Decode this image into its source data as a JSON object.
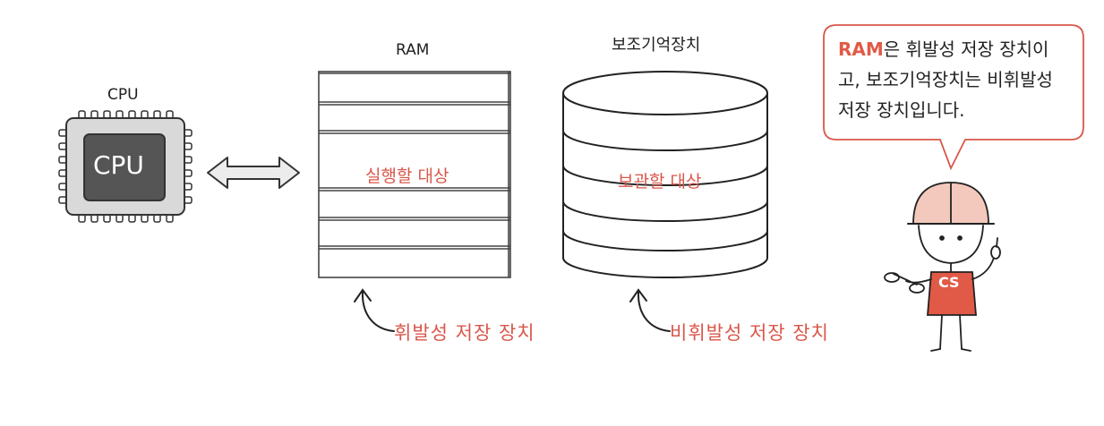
{
  "cpu": {
    "title": "CPU",
    "chip_label": "CPU"
  },
  "ram": {
    "title": "RAM",
    "inner_label": "실행할 대상",
    "bottom_label": "휘발성 저장 장치"
  },
  "storage": {
    "title": "보조기억장치",
    "inner_label": "보관할 대상",
    "bottom_label": "비휘발성 저장 장치"
  },
  "callout": {
    "highlight": "RAM",
    "line1_rest": "은 휘발성 저장 장치이",
    "line2": "고, 보조기억장치는 비휘발성",
    "line3": "저장 장치입니다."
  },
  "mascot": {
    "shirt_text": "CS"
  },
  "colors": {
    "accent": "#d9574a",
    "chip_dark": "#555555",
    "chip_light": "#d9d9d9"
  }
}
